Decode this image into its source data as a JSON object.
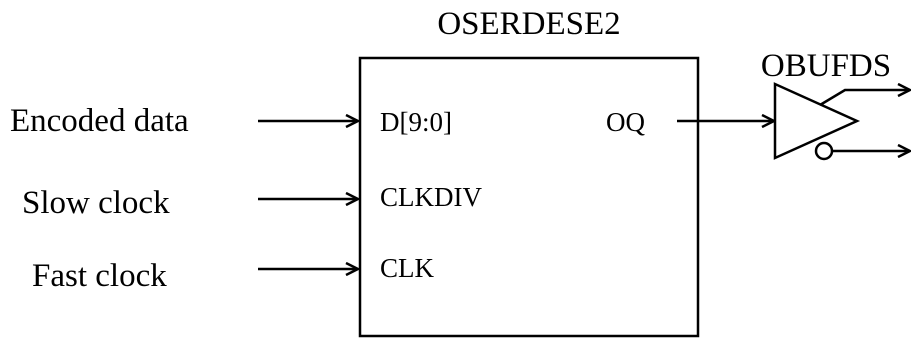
{
  "diagram": {
    "block_title": "OSERDESE2",
    "buffer_title": "OBUFDS",
    "inputs": [
      {
        "label": "Encoded data",
        "port": "D[9:0]"
      },
      {
        "label": "Slow clock",
        "port": "CLKDIV"
      },
      {
        "label": "Fast clock",
        "port": "CLK"
      }
    ],
    "output_port": "OQ"
  }
}
